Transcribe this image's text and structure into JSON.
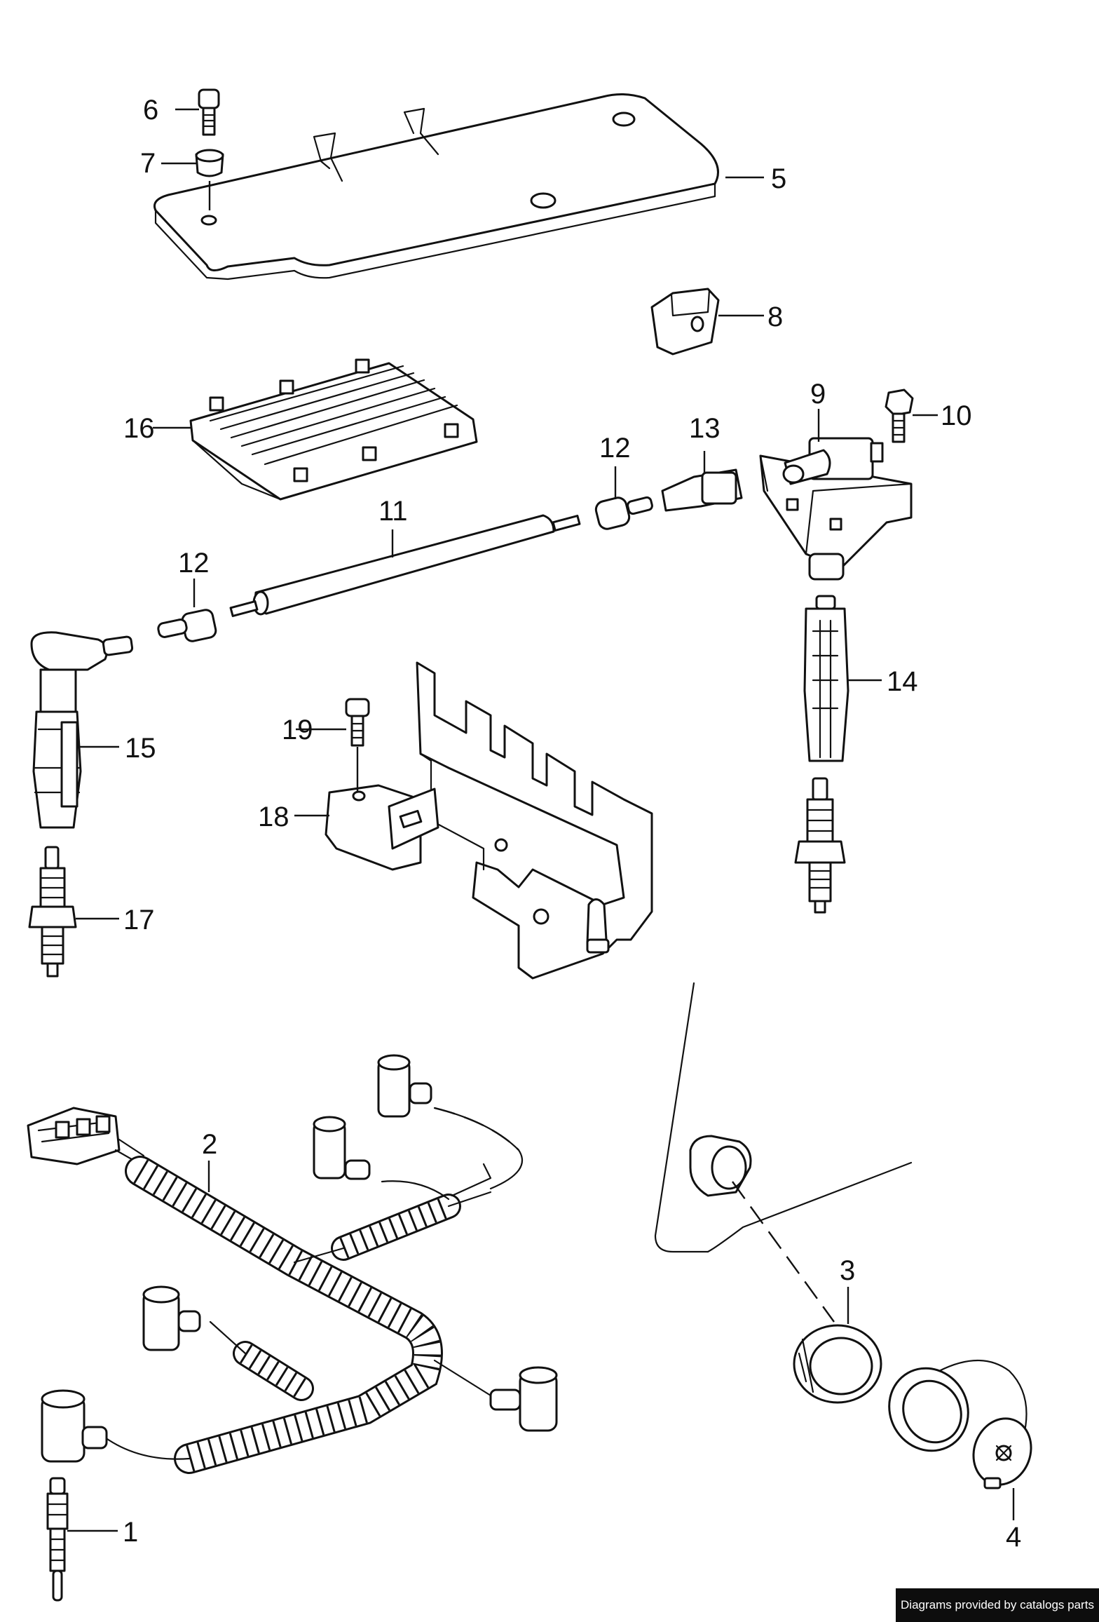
{
  "callouts": {
    "c1": "1",
    "c2": "2",
    "c3": "3",
    "c4": "4",
    "c5": "5",
    "c6": "6",
    "c7": "7",
    "c8": "8",
    "c9": "9",
    "c10": "10",
    "c11": "11",
    "c12a": "12",
    "c12b": "12",
    "c13": "13",
    "c14": "14",
    "c15": "15",
    "c16": "16",
    "c17": "17",
    "c18": "18",
    "c19": "19"
  },
  "footer": {
    "credit": "Diagrams provided by catalogs parts"
  },
  "colors": {
    "line": "#111111",
    "background": "#ffffff",
    "credit_background": "#0d0d0d",
    "credit_text": "#ffffff"
  }
}
